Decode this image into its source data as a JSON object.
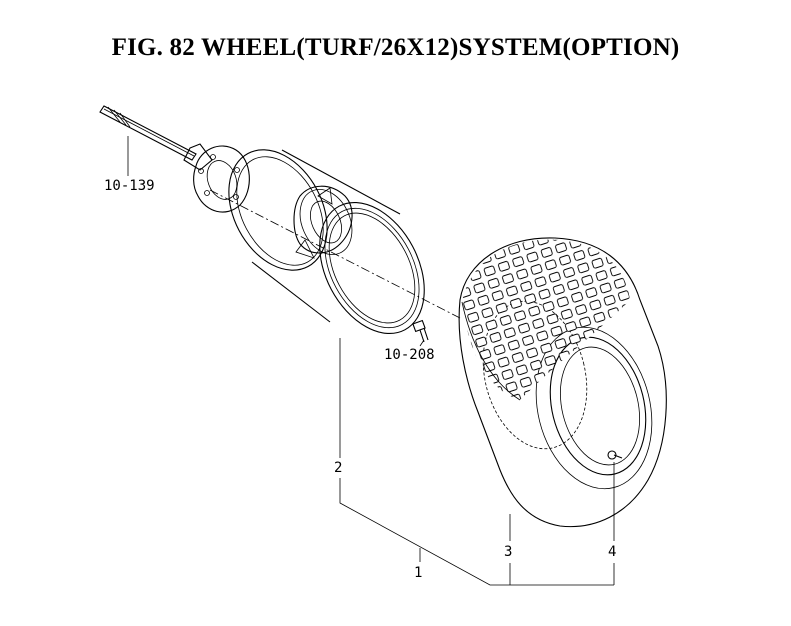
{
  "title": "FIG. 82  WHEEL(TURF/26X12)SYSTEM(OPTION)",
  "callouts": {
    "axle": "10-139",
    "bolt": "10-208",
    "rim": "2",
    "assembly": "1",
    "tire": "3",
    "valve": "4"
  }
}
